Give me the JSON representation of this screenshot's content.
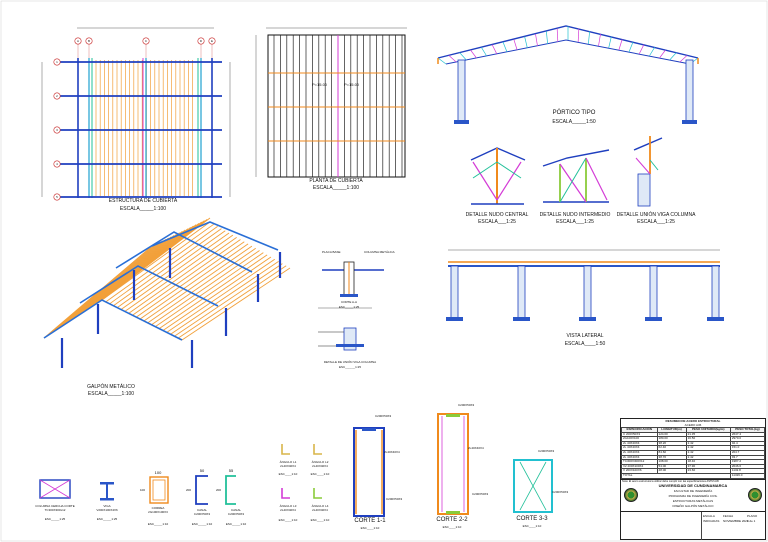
{
  "views": {
    "estructura": {
      "title": "ESTRUCTURA DE CUBIERTA",
      "scale": "ESCALA_____1:100",
      "axes_h": [
        "A",
        "B",
        "C",
        "D",
        "E"
      ],
      "axes_v": [
        "1",
        "2",
        "3",
        "4",
        "5"
      ]
    },
    "planta": {
      "title": "PLANTA DE CUBIERTA",
      "scale": "ESCALA_____1:100",
      "slope_left": "P=15.00",
      "slope_right": "P=15.00"
    },
    "portico": {
      "title": "PÓRTICO TIPO",
      "scale": "ESCALA_____1:50"
    },
    "details": [
      {
        "title": "DETALLE NUDO CENTRAL",
        "scale": "ESCALA___1:25"
      },
      {
        "title": "DETALLE NUDO INTERMEDIO",
        "scale": "ESCALA___1:25"
      },
      {
        "title": "DETALLE UNIÓN VIGA COLUMNA",
        "scale": "ESCALA___1:25"
      }
    ],
    "galpon": {
      "title": "GALPÓN METÁLICO",
      "scale": "ESCALA_____1:100"
    },
    "vista_lateral": {
      "title": "VISTA LATERAL",
      "scale": "ESCALA____1:50"
    },
    "anclaje": {
      "label_a": "PLACA BASE",
      "label_b": "COLUMNA METÁLICA",
      "corte": "CORTE A-A",
      "scale": "ESC_____1:25",
      "label_c": "DETALLE DE UNIÓN VIGA COLUMNA",
      "scale2": "ESC______1:25"
    },
    "sections": [
      {
        "title": "COLUMNA CERCHA CORTE",
        "spec": "TC300X300x12",
        "scale": "ESC_____1:25"
      },
      {
        "title": "VIGA",
        "spec": "V200X100X4X6",
        "scale": "ESC_____1:25"
      },
      {
        "title": "CORREA",
        "spec": "2G100X100X3",
        "scale": "ESC_____1:10",
        "dim_top": "100",
        "dim_side": "100"
      },
      {
        "title": "CANAL",
        "spec": "C200X50X3",
        "scale": "ESC_____1:10",
        "dim_top": "50",
        "dim_side": "200"
      },
      {
        "title": "CANAL",
        "spec": "C200X50X3",
        "scale": "ESC_____1:10",
        "dim_top": "55",
        "dim_side": "200"
      }
    ],
    "angles": [
      {
        "title": "ÁNGULO L1",
        "spec": "2L40X40X4",
        "scale": "ESC____1:10"
      },
      {
        "title": "ÁNGULO L2",
        "spec": "2L40X40X4",
        "scale": "ESC____1:10"
      },
      {
        "title": "ÁNGULO L3",
        "spec": "2L40X40X4",
        "scale": "ESC____1:10"
      },
      {
        "title": "ÁNGULO L4",
        "spec": "2L40X40X4",
        "scale": "ESC____1:10"
      }
    ],
    "cortes": [
      {
        "title": "CORTE 1-1",
        "scale": "ESC____1:10",
        "tag_top": "C200X50X3",
        "tag_mid": "2L40X40X4",
        "tag_bot": "C200X50X3"
      },
      {
        "title": "CORTE 2-2",
        "scale": "ESC____1:10",
        "tag_top": "C200X50X3",
        "tag_mid": "2L40X40X4",
        "tag_bot": "C200X50X3"
      },
      {
        "title": "CORTE 3-3",
        "scale": "ESC____1:10",
        "tag_top": "C200X50X3",
        "tag_bot": "C200X50X3"
      }
    ]
  },
  "title_block": {
    "table_title": "RESUMEN DE ACERO ESTRUCTURAL",
    "table_sub": "ACERO A36",
    "headers": [
      "ESPECIFICACIÓN",
      "LONGITUD(m)",
      "PESO UNITARIO(kg/m)",
      "PESO TOTAL(kg)"
    ],
    "rows": [
      [
        "C 200X50X3",
        "124.00",
        "21.35",
        "2647.4"
      ],
      [
        "2G100X100",
        "180.00",
        "16.50",
        "2970.0"
      ],
      [
        "2L 40X40X4",
        "38.20",
        "2.42",
        "92.4"
      ],
      [
        "2L 40X40X4",
        "62.40",
        "2.42",
        "151.0"
      ],
      [
        "2L 40X40X4",
        "84.60",
        "2.42",
        "204.7"
      ],
      [
        "2L 40X40X4",
        "38.70",
        "2.42",
        "93.7"
      ],
      [
        "TC300X300X12",
        "108.00",
        "18.40",
        "1987.2"
      ],
      [
        "V2 200X100X4",
        "54.00",
        "37.90",
        "2046.6"
      ],
      [
        "V 200X100X6",
        "48.00",
        "23.60",
        "1132.8"
      ]
    ],
    "total_label": "TOTAL",
    "total_value": "11326.0",
    "note": "Nota: El acero estructural a utilizar debe cumplir con las especificaciones ASTM A36",
    "university": "UNIVERSIDAD DE CUNDINAMARCA",
    "faculty": "FACULTAD DE INGENIERÍA",
    "program": "PROGRAMA DE INGENIERÍA CIVIL",
    "project": "ESTRUCTURAS METÁLICAS",
    "content": "DISEÑO GALPÓN METÁLICO",
    "sheet_label": "PLANO",
    "sheet_no": "1 de 1",
    "scale_label": "ESCALA",
    "scale_val": "INDICADAS",
    "date_label": "FECHA",
    "date_val": "NOVIEMBRE 2020"
  }
}
